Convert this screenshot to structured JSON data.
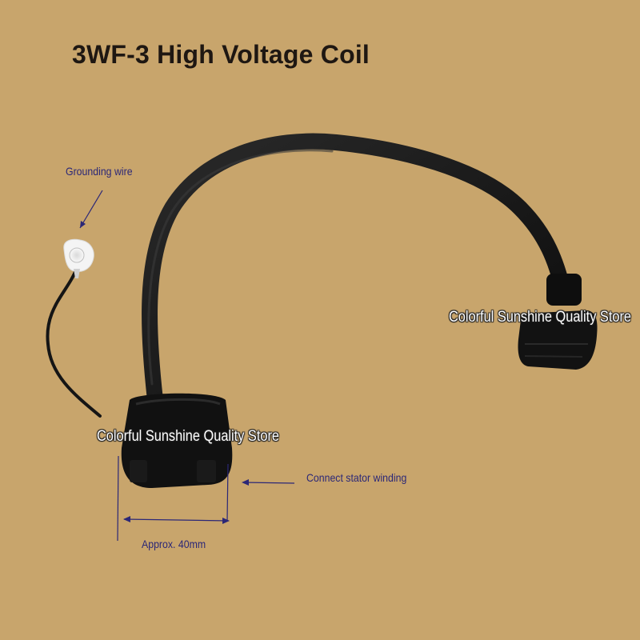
{
  "title": "3WF-3 High Voltage Coil",
  "labels": {
    "grounding_wire": "Grounding wire",
    "connect_stator": "Connect stator winding",
    "dimension": "Approx. 40mm"
  },
  "watermarks": {
    "right": "Colorful Sunshine Quality Store",
    "left": "Colorful Sunshine Quality Store"
  },
  "colors": {
    "background": "#c8a56c",
    "label_text": "#2b2777",
    "title_text": "#1e1712",
    "cable": "#111111"
  }
}
